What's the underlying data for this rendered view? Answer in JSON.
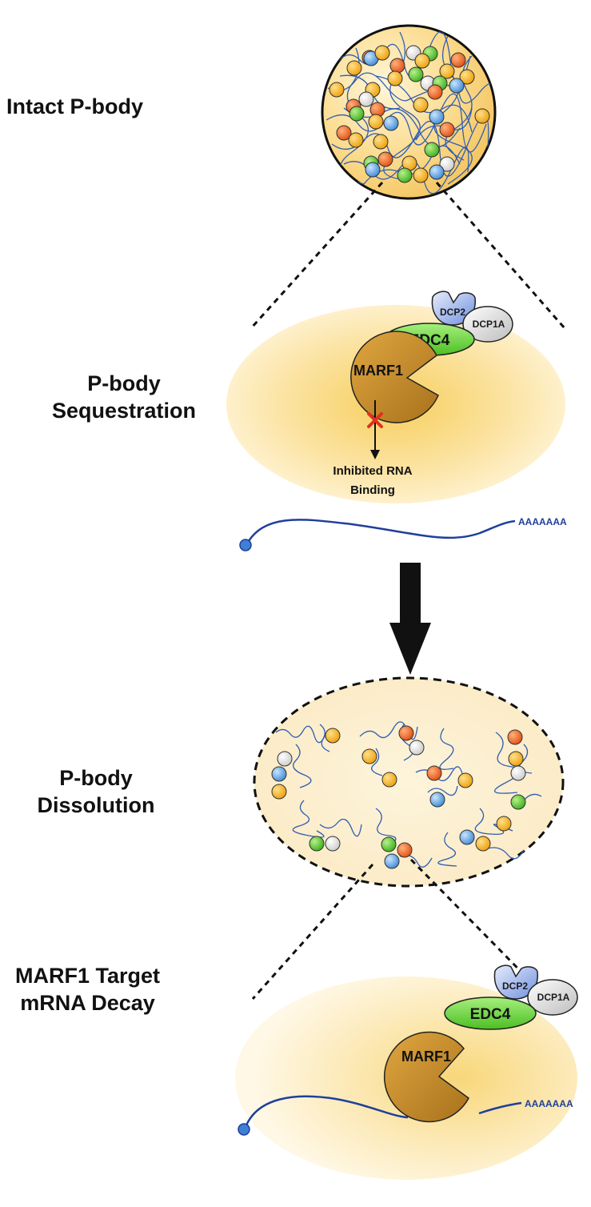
{
  "stages": {
    "intact": "Intact P-body",
    "sequestration_line1": "P-body",
    "sequestration_line2": "Sequestration",
    "dissolution_line1": "P-body",
    "dissolution_line2": "Dissolution",
    "decay_line1": "MARF1 Target",
    "decay_line2": "mRNA Decay"
  },
  "proteins": {
    "marf1": "MARF1",
    "edc4": "EDC4",
    "dcp2": "DCP2",
    "dcp1a": "DCP1A"
  },
  "annotations": {
    "inhibited_line1": "Inhibited RNA",
    "inhibited_line2": "Binding",
    "poly_a": "AAAAAAA"
  },
  "colors": {
    "background_gold": "#f9d98a",
    "marf1": "#c8902a",
    "edc4": "#6fd43a",
    "dcp2": "#8fa8e6",
    "dcp1a": "#d9d9d9",
    "rna": "#1f3f9a",
    "ball_orange": "#ef6a2a",
    "ball_yellow": "#f3b327",
    "ball_green": "#5fc73a",
    "ball_blue": "#5fa8e8",
    "ball_grey": "#e6e6e6",
    "inhibit_x": "#e03020"
  },
  "icons": [
    "red-x-icon",
    "down-arrow-icon"
  ]
}
